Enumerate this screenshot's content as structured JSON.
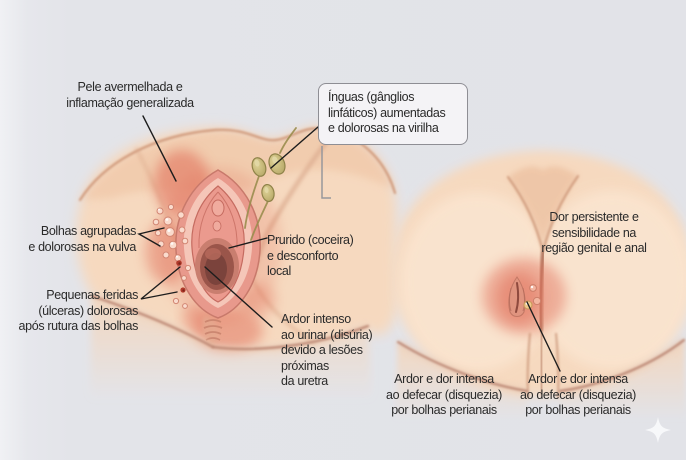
{
  "title": "Genital herpes symptoms diagram (Portuguese)",
  "labels": {
    "redness": "Pele avermelhada e\ninflamação generalizada",
    "lymph_box": "Ínguas (gânglios\nlinfáticos) aumentadas\ne dolorosas na virilha",
    "blisters": "Bolhas agrupadas\ne dolorosas na vulva",
    "ulcers": "Pequenas feridas\n(úlceras) dolorosas\napós rutura das bolhas",
    "itching": "Prurido (coceira)\ne desconforto\nlocal",
    "dysuria": "Ardor intenso\nao urinar (disúria)\ndevido a lesões\npróximas\nda uretra",
    "persistent_pain": "Dor persistente e\nsensibilidade na\nregião genital e anal",
    "dyschezia_left": "Ardor e dor intensa\nao defecar (disquezia)\npor bolhas perianais",
    "dyschezia_right": "Ardor e dor intensa\nao defecar (disquezia)\npor bolhas perianais"
  },
  "icons": {
    "sparkle": "four-pointed-star"
  },
  "colors": {
    "background": "#e3e4e9",
    "skin": "#f6d9bf",
    "skin_highlight": "#fae4d0",
    "skin_outline": "#cf9879",
    "inflammation_red": "#e06a55",
    "vulva_outer": "#e8998c",
    "vulva_inner_light": "#f5c6b8",
    "labia": "#eb9a8e",
    "vestibule_dark": "#7b433c",
    "blister_fill": "#fadbcd",
    "blister_stroke": "#d28673",
    "ulcer_red": "#b13a2b",
    "lymph_node": "#c8ba7b",
    "lymph_stroke": "#8f8349",
    "box_fill": "#f4f3f6",
    "box_border": "#8e8e94",
    "text": "#2a2a2a",
    "leader_line": "#1d1d1d"
  }
}
